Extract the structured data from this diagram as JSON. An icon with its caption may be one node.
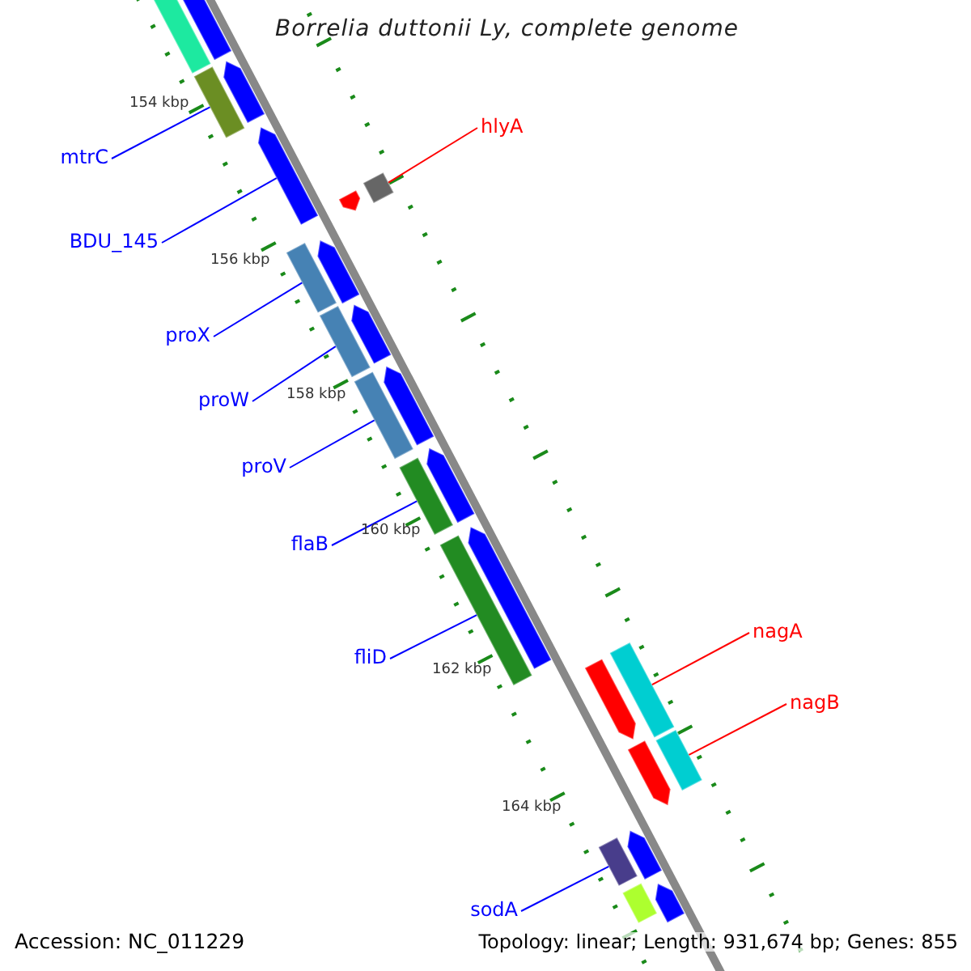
{
  "diagram": {
    "title": "Borrelia duttonii Ly, complete genome",
    "nodes": [
      {
        "text": [
          "hlyA"
        ]
      },
      {
        "text": [],
        "shape": "bar"
      },
      {
        "text": [
          "mtrC"
        ]
      },
      {
        "text": [],
        "shape": "bar"
      },
      {
        "text": [
          "BDU_145"
        ]
      },
      {
        "text": [],
        "shape": "arrow"
      },
      {
        "text": [
          "proX"
        ]
      },
      {
        "text": [],
        "shape": "bar"
      },
      {
        "text": [
          "proW"
        ]
      },
      {
        "text": [],
        "shape": "bar"
      },
      {
        "text": [
          "proV"
        ]
      },
      {
        "text": [],
        "shape": "bar"
      },
      {
        "text": [
          "flaB"
        ]
      },
      {
        "text": [],
        "shape": "bar"
      },
      {
        "text": [
          "fliD"
        ]
      },
      {
        "text": [],
        "shape": "bar"
      },
      {
        "text": [
          "nagA"
        ]
      },
      {
        "text": [],
        "shape": "bar"
      },
      {
        "text": [
          "nagB"
        ]
      },
      {
        "text": [],
        "shape": "bar"
      },
      {
        "text": [
          "sodA"
        ]
      },
      {
        "text": [],
        "shape": "bar"
      },
      {
        "text": [],
        "shape": "bar"
      },
      {
        "text": [],
        "shape": "arrow"
      },
      {
        "text": [],
        "shape": "arrow"
      },
      {
        "text": [],
        "shape": "arrow"
      },
      {
        "text": [],
        "shape": "arrow"
      },
      {
        "text": [],
        "shape": "arrow"
      },
      {
        "text": [],
        "shape": "arrow"
      },
      {
        "text": [],
        "shape": "arrow"
      },
      {
        "text": [],
        "shape": "arrow"
      },
      {
        "text": [],
        "shape": "arrow"
      },
      {
        "text": [],
        "shape": "arrow"
      },
      {
        "text": [],
        "shape": "arrow"
      },
      {
        "text": [],
        "shape": "bar"
      },
      {
        "text": [],
        "shape": "arrow"
      }
    ],
    "edges": [
      {
        "from": 0,
        "to": 1,
        "arrow": "none",
        "color": "#ff0000"
      },
      {
        "from": 2,
        "to": 3,
        "arrow": "none"
      },
      {
        "from": 4,
        "to": 5,
        "arrow": "none"
      },
      {
        "from": 6,
        "to": 7,
        "arrow": "none"
      },
      {
        "from": 8,
        "to": 9,
        "arrow": "none"
      },
      {
        "from": 10,
        "to": 11,
        "arrow": "none"
      },
      {
        "from": 12,
        "to": 13,
        "arrow": "none"
      },
      {
        "from": 14,
        "to": 15,
        "arrow": "none"
      },
      {
        "from": 16,
        "to": 17,
        "arrow": "none",
        "color": "#ff0000"
      },
      {
        "from": 18,
        "to": 19,
        "arrow": "none",
        "color": "#ff0000"
      },
      {
        "from": 20,
        "to": 21,
        "arrow": "none"
      }
    ],
    "labels": [
      "154 kbp",
      "156 kbp",
      "158 kbp",
      "160 kbp",
      "162 kbp",
      "164 kbp",
      "Accession: NC_011229",
      "Topology: linear; Length: 931,674 bp; Genes: 855"
    ]
  }
}
